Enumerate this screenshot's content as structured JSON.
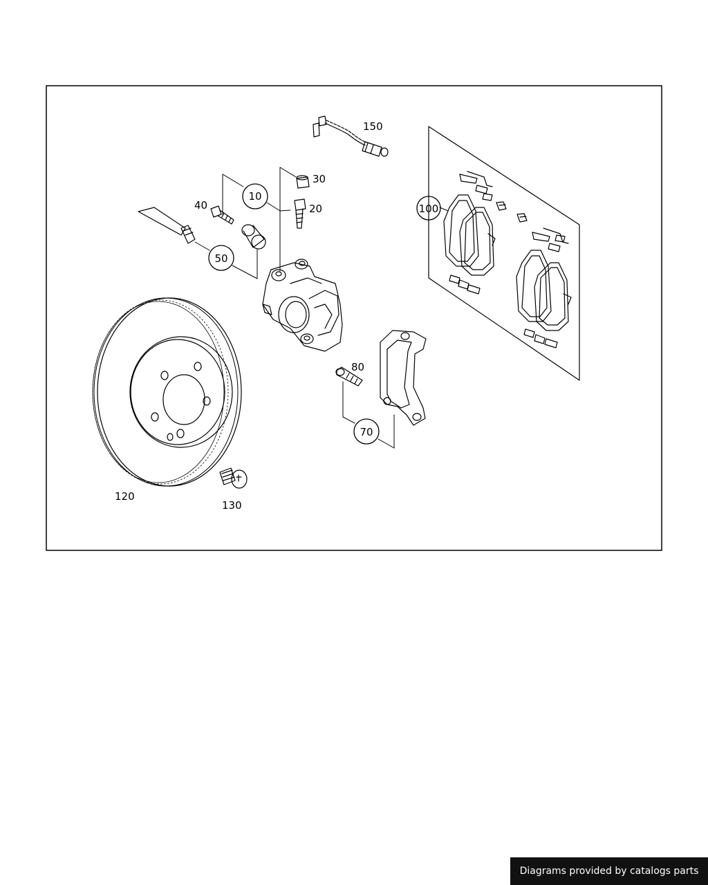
{
  "diagram": {
    "callouts": {
      "c10": "10",
      "c20": "20",
      "c30": "30",
      "c40": "40",
      "c50": "50",
      "c70": "70",
      "c80": "80",
      "c100": "100",
      "c120": "120",
      "c130": "130",
      "c150": "150"
    }
  },
  "footer": {
    "text": "Diagrams provided by catalogs parts"
  },
  "colors": {
    "line": "#000000",
    "background": "#ffffff",
    "footer_bg": "#111111",
    "footer_text": "#ffffff"
  }
}
